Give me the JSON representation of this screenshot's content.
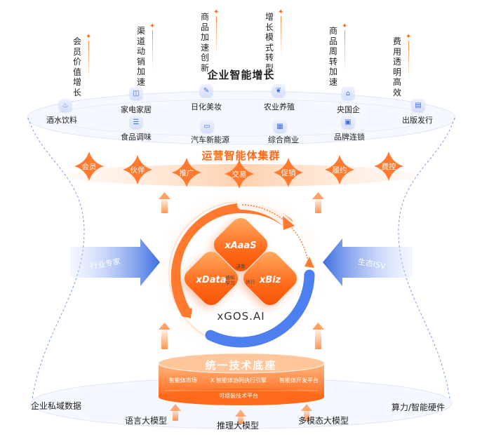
{
  "growth": {
    "title": "企业智能增长",
    "items": [
      "会员价值增长",
      "渠道动销加速",
      "商品加速创新",
      "增长模式转型",
      "商品周转加速",
      "费用透明高效"
    ]
  },
  "industries": {
    "row1": [
      "酒水饮料",
      "家电家居",
      "日化美妆",
      "农业养殖",
      "央国企",
      "出版发行"
    ],
    "row2": [
      "食品调味",
      "汽车新能源",
      "综合商业",
      "品牌连锁"
    ]
  },
  "cluster": {
    "title": "运营智能体集群",
    "agents": [
      "会员",
      "伙伴",
      "推广",
      "交易",
      "促销",
      "履约",
      "费控"
    ]
  },
  "core": {
    "tiles": {
      "top": "xAaaS",
      "left": "xData",
      "right": "xBiz"
    },
    "mini": {
      "decide": "决策",
      "sense": "感知\n学习",
      "execute": "执行"
    },
    "platform": "xGOS.AI"
  },
  "sides": {
    "left": "行业专家",
    "right": "生态ISV"
  },
  "base": {
    "title": "统一技术底座",
    "items": [
      "智能体市场",
      "X 智能体协同执行引擎",
      "智能体开发平台"
    ],
    "bottom": "可组装技术平台"
  },
  "foundation": {
    "left": "企业私域数据",
    "right": "算力/智能硬件",
    "models": [
      "语言大模型",
      "推理大模型",
      "多模态大模型"
    ]
  },
  "colors": {
    "orange": "#ff6a1a",
    "blue": "#3d6fe0"
  }
}
